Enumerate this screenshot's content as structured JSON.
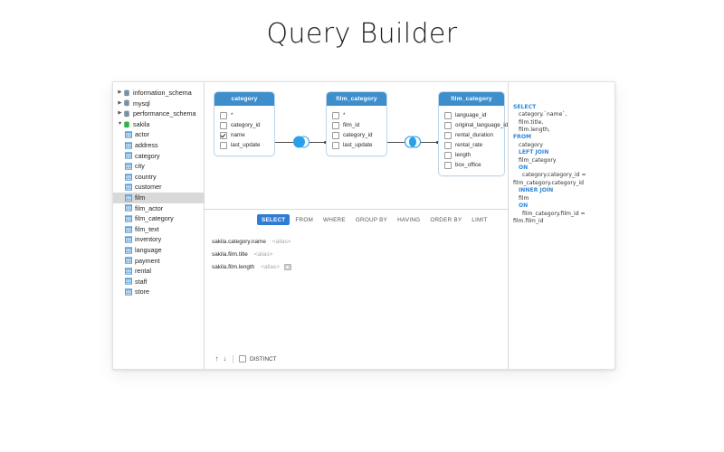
{
  "page": {
    "title": "Query Builder"
  },
  "sidebar": {
    "items": [
      {
        "label": "information_schema",
        "type": "schema",
        "depth": 0,
        "twisty": "▶",
        "selected": false
      },
      {
        "label": "mysql",
        "type": "schema",
        "depth": 0,
        "twisty": "▶",
        "selected": false
      },
      {
        "label": "performance_schema",
        "type": "schema",
        "depth": 0,
        "twisty": "▶",
        "selected": false
      },
      {
        "label": "sakila",
        "type": "schema-open",
        "depth": 0,
        "twisty": "▼",
        "selected": false
      },
      {
        "label": "actor",
        "type": "table",
        "depth": 1,
        "twisty": "",
        "selected": false
      },
      {
        "label": "address",
        "type": "table",
        "depth": 1,
        "twisty": "",
        "selected": false
      },
      {
        "label": "category",
        "type": "table",
        "depth": 1,
        "twisty": "",
        "selected": false
      },
      {
        "label": "city",
        "type": "table",
        "depth": 1,
        "twisty": "",
        "selected": false
      },
      {
        "label": "country",
        "type": "table",
        "depth": 1,
        "twisty": "",
        "selected": false
      },
      {
        "label": "customer",
        "type": "table",
        "depth": 1,
        "twisty": "",
        "selected": false
      },
      {
        "label": "film",
        "type": "table",
        "depth": 1,
        "twisty": "",
        "selected": true
      },
      {
        "label": "film_actor",
        "type": "table",
        "depth": 1,
        "twisty": "",
        "selected": false
      },
      {
        "label": "film_category",
        "type": "table",
        "depth": 1,
        "twisty": "",
        "selected": false
      },
      {
        "label": "film_text",
        "type": "table",
        "depth": 1,
        "twisty": "",
        "selected": false
      },
      {
        "label": "inventory",
        "type": "table",
        "depth": 1,
        "twisty": "",
        "selected": false
      },
      {
        "label": "language",
        "type": "table",
        "depth": 1,
        "twisty": "",
        "selected": false
      },
      {
        "label": "payment",
        "type": "table",
        "depth": 1,
        "twisty": "",
        "selected": false
      },
      {
        "label": "rental",
        "type": "table",
        "depth": 1,
        "twisty": "",
        "selected": false
      },
      {
        "label": "staff",
        "type": "table",
        "depth": 1,
        "twisty": "",
        "selected": false
      },
      {
        "label": "store",
        "type": "table",
        "depth": 1,
        "twisty": "",
        "selected": false
      }
    ]
  },
  "diagram": {
    "tables": [
      {
        "title": "category",
        "fields": [
          {
            "name": "*",
            "checked": false
          },
          {
            "name": "category_id",
            "checked": false
          },
          {
            "name": "name",
            "checked": true
          },
          {
            "name": "last_update",
            "checked": false
          }
        ]
      },
      {
        "title": "film_category",
        "fields": [
          {
            "name": "*",
            "checked": false
          },
          {
            "name": "film_id",
            "checked": false
          },
          {
            "name": "category_id",
            "checked": false
          },
          {
            "name": "last_update",
            "checked": false
          }
        ]
      },
      {
        "title": "film_category",
        "fields": [
          {
            "name": "language_id",
            "checked": false
          },
          {
            "name": "original_language_id",
            "checked": false
          },
          {
            "name": "rental_duration",
            "checked": false
          },
          {
            "name": "rental_rate",
            "checked": false
          },
          {
            "name": "length",
            "checked": false
          },
          {
            "name": "box_office",
            "checked": false
          }
        ]
      }
    ],
    "joins": [
      {
        "kind": "left-join-icon"
      },
      {
        "kind": "inner-join-icon"
      }
    ],
    "accent": "#3e8ecc"
  },
  "clause_tabs": {
    "items": [
      "SELECT",
      "FROM",
      "WHERE",
      "GROUP BY",
      "HAVING",
      "ORDER BY",
      "LIMIT"
    ],
    "active": "SELECT",
    "active_color": "#2f7bd6"
  },
  "select_list": {
    "rows": [
      {
        "field": "sakila.category.name",
        "alias": "<alias>",
        "has_button": false
      },
      {
        "field": "sakila.film.title",
        "alias": "<alias>",
        "has_button": false
      },
      {
        "field": "sakila.film.length",
        "alias": "<alias>",
        "has_button": true
      }
    ]
  },
  "footer": {
    "move_up": "↑",
    "move_down": "↓",
    "distinct_label": "DISTINCT",
    "distinct_checked": false
  },
  "sql_panel": {
    "keyword_color": "#2f87d8",
    "lines": [
      {
        "text": "SELECT",
        "kw": true,
        "indent": 0
      },
      {
        "text": "category.`name`,",
        "kw": false,
        "indent": 1
      },
      {
        "text": "film.title,",
        "kw": false,
        "indent": 1
      },
      {
        "text": "film.length,",
        "kw": false,
        "indent": 1
      },
      {
        "text": "FROM",
        "kw": true,
        "indent": 0
      },
      {
        "text": "category",
        "kw": false,
        "indent": 1
      },
      {
        "text": "LEFT JOIN",
        "kw": true,
        "indent": 1
      },
      {
        "text": "film_category",
        "kw": false,
        "indent": 1
      },
      {
        "text": "ON",
        "kw": true,
        "indent": 1
      },
      {
        "text": "category.category_id =",
        "kw": false,
        "indent": 2
      },
      {
        "text": "film_category.category_id",
        "kw": false,
        "indent": 0
      },
      {
        "text": "INNER JOIN",
        "kw": true,
        "indent": 1
      },
      {
        "text": "film",
        "kw": false,
        "indent": 1
      },
      {
        "text": "ON",
        "kw": true,
        "indent": 1
      },
      {
        "text": "film_category.film_id =",
        "kw": false,
        "indent": 2
      },
      {
        "text": "film.film_id",
        "kw": false,
        "indent": 0
      }
    ]
  }
}
